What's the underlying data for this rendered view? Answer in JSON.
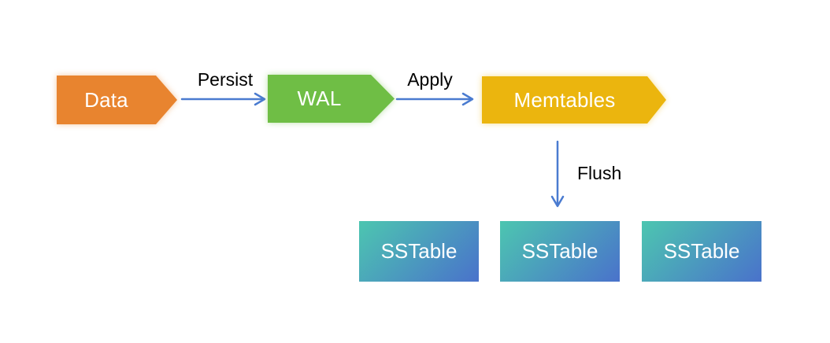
{
  "diagram": {
    "nodes": [
      {
        "id": "data",
        "label": "Data",
        "color": "#E8842F",
        "shape": "arrow-pentagon"
      },
      {
        "id": "wal",
        "label": "WAL",
        "color": "#6FBE45",
        "shape": "arrow-pentagon"
      },
      {
        "id": "memtables",
        "label": "Memtables",
        "color": "#EBB50E",
        "shape": "arrow-pentagon"
      }
    ],
    "edges": [
      {
        "id": "persist",
        "label": "Persist",
        "from": "data",
        "to": "wal",
        "direction": "right"
      },
      {
        "id": "apply",
        "label": "Apply",
        "from": "wal",
        "to": "memtables",
        "direction": "right"
      },
      {
        "id": "flush",
        "label": "Flush",
        "from": "memtables",
        "to": "sstable-middle",
        "direction": "down"
      }
    ],
    "sstables": [
      {
        "label": "SSTable"
      },
      {
        "label": "SSTable"
      },
      {
        "label": "SSTable"
      }
    ],
    "colors": {
      "arrow_stroke": "#4A7BD0",
      "node_text": "#FFFFFF",
      "edge_label_text": "#000000",
      "sstable_gradient_start": "#4CC6B0",
      "sstable_gradient_end": "#4A72CB",
      "background": "#FFFFFF"
    }
  }
}
